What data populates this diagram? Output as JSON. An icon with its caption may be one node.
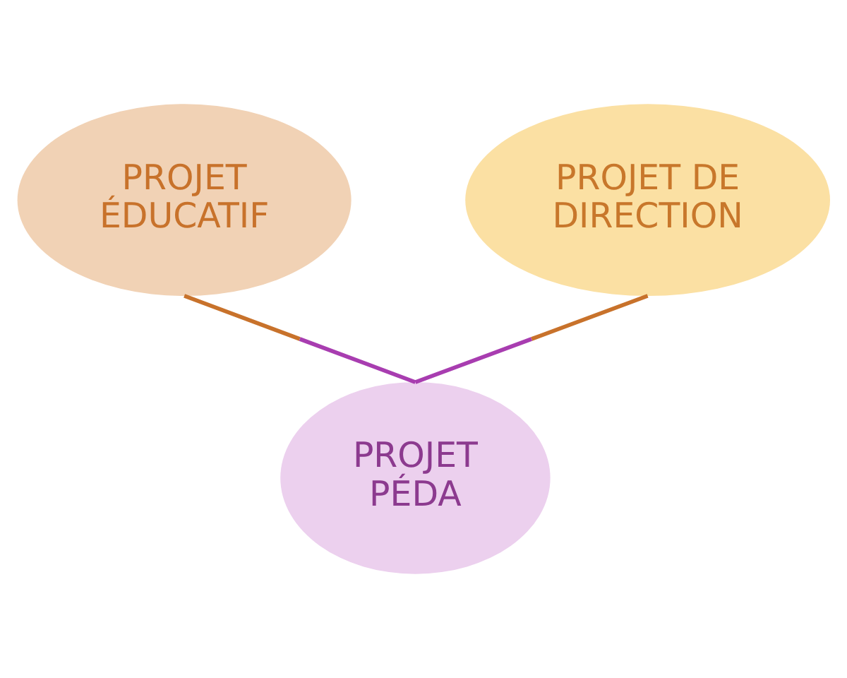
{
  "diagram": {
    "nodes": [
      {
        "text": [
          "PROJET ÉDUCATIF"
        ]
      },
      {
        "text": [
          "PROJET DE DIRECTION"
        ]
      },
      {
        "text": [
          "PROJET PÉDA"
        ]
      }
    ],
    "edges": [
      {
        "from": 0,
        "to": 2,
        "arrow": "none"
      },
      {
        "from": 1,
        "to": 2,
        "arrow": "none"
      }
    ]
  }
}
